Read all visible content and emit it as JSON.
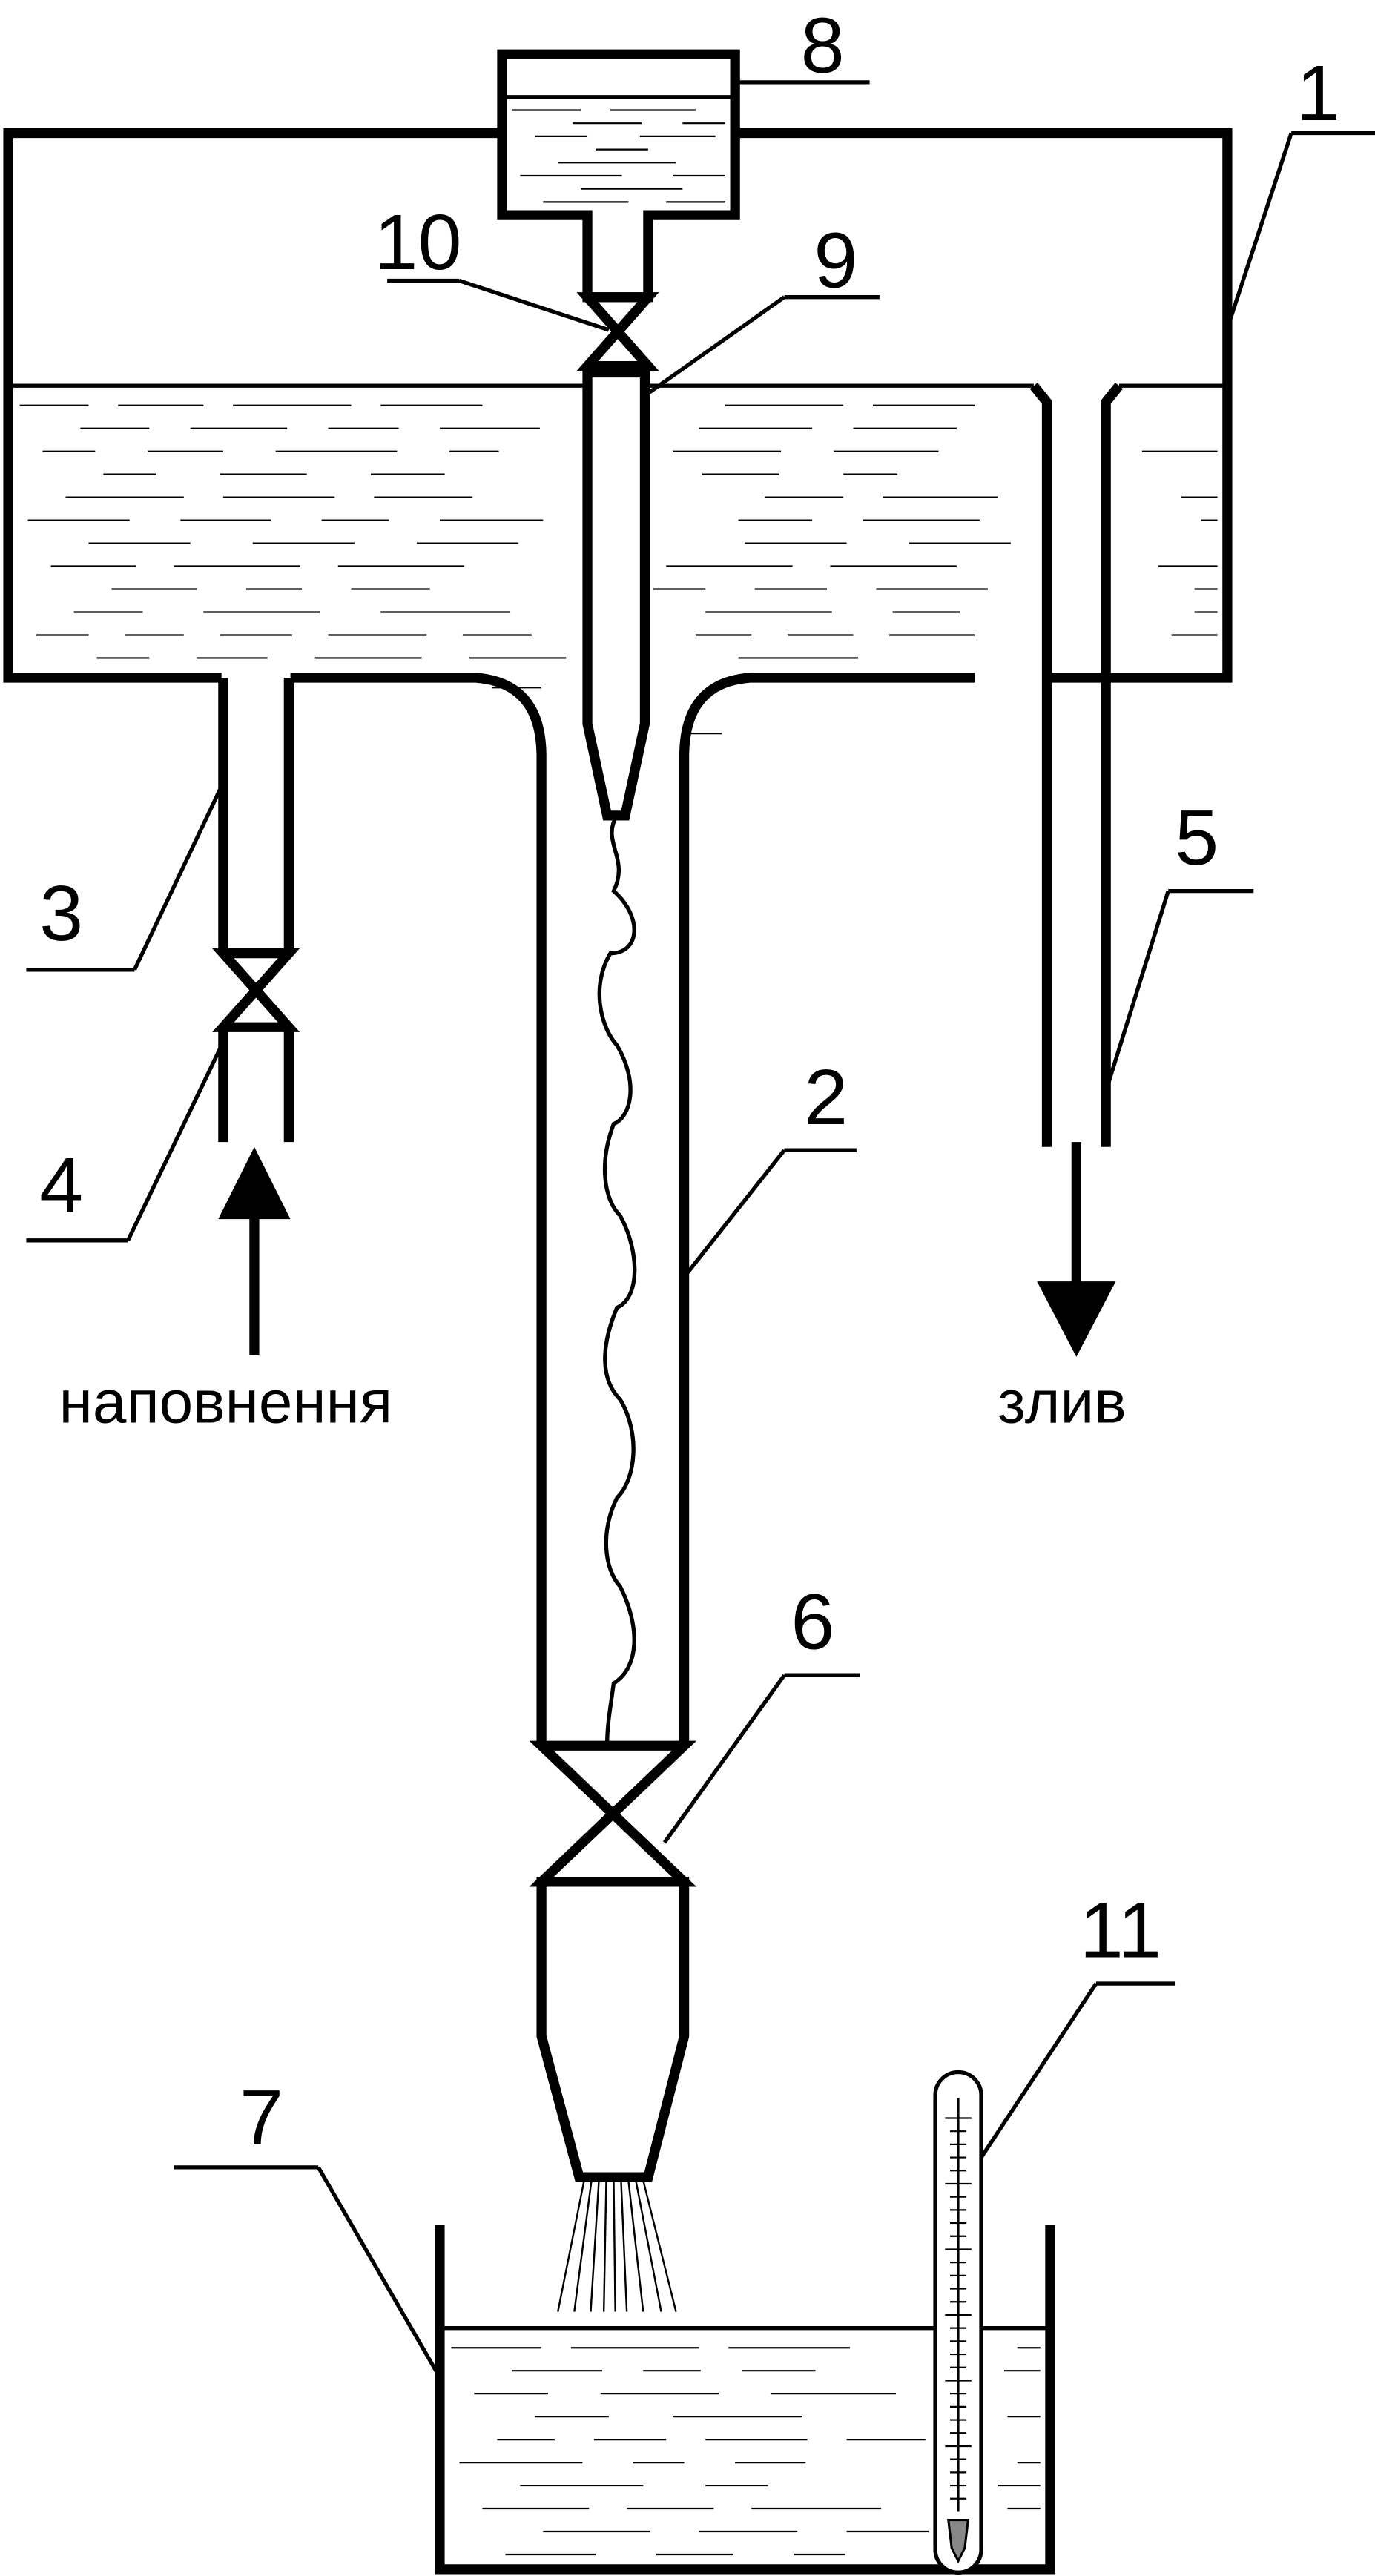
{
  "labels": {
    "part_1": "1",
    "part_2": "2",
    "part_3": "3",
    "part_4": "4",
    "part_5": "5",
    "part_6": "6",
    "part_7": "7",
    "part_8": "8",
    "part_9": "9",
    "part_10": "10",
    "part_11": "11",
    "filling": "наповнення",
    "drain": "злив"
  }
}
